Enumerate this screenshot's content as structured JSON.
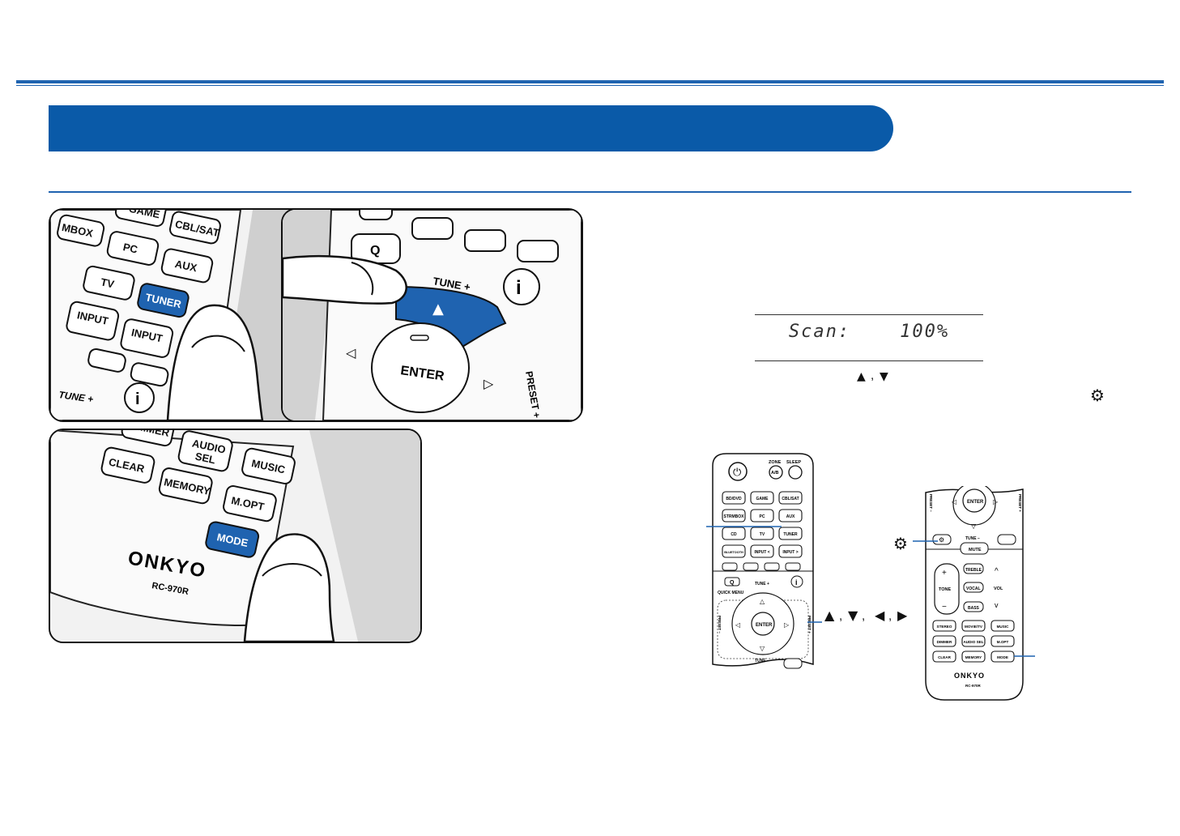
{
  "display": {
    "scan_text": "Scan:    100%"
  },
  "icons": {
    "up": "▲",
    "down": "▼",
    "left": "◀",
    "right": "▶",
    "gear": "⚙"
  },
  "photo1": {
    "buttons": {
      "game": "GAME",
      "cbl_sat": "CBL/SAT",
      "strmbox": "MBOX",
      "pc": "PC",
      "aux": "AUX",
      "tv": "TV",
      "tuner": "TUNER",
      "input_left": "INPUT",
      "input_right": "INPUT",
      "tune_plus": "TUNE +",
      "info": "i"
    }
  },
  "photo2": {
    "buttons": {
      "q": "Q",
      "tune_plus": "TUNE +",
      "info": "i",
      "enter": "ENTER",
      "preset_plus": "PRESET +"
    }
  },
  "photo3": {
    "buttons": {
      "dimmer": "DIMMER",
      "audio_sel_1": "AUDIO",
      "audio_sel_2": "SEL",
      "music": "MUSIC",
      "clear": "CLEAR",
      "memory": "MEMORY",
      "m_opt": "M.OPT",
      "mode": "MODE"
    },
    "brand": "ONKYO",
    "model": "RC-970R"
  },
  "remote_left": {
    "zone": "ZONE",
    "zone_btn": "A/B",
    "sleep": "SLEEP",
    "rows": [
      [
        "BD/DVD",
        "GAME",
        "CBL/SAT"
      ],
      [
        "STRMBOX",
        "PC",
        "AUX"
      ],
      [
        "CD",
        "TV",
        "TUNER"
      ],
      [
        "BLUETOOTH",
        "INPUT <",
        "INPUT >"
      ]
    ],
    "quick_menu": "QUICK MENU",
    "tune_plus": "TUNE +",
    "tune_minus": "TUNE −",
    "preset_minus": "PRESET −",
    "preset_plus": "PRESET +",
    "enter": "ENTER",
    "q": "Q",
    "info": "i"
  },
  "remote_right": {
    "enter": "ENTER",
    "preset_minus": "PRESET −",
    "preset_plus": "PRESET +",
    "tune_minus": "TUNE −",
    "mute": "MUTE",
    "treble": "TREBLE",
    "tone": "TONE",
    "vocal": "VOCAL",
    "bass": "BASS",
    "vol": "VOL",
    "grid": [
      [
        "STEREO",
        "MOVIE/TV",
        "MUSIC"
      ],
      [
        "DIMMER",
        "AUDIO SEL",
        "M.OPT"
      ],
      [
        "CLEAR",
        "MEMORY",
        "MODE"
      ]
    ],
    "brand": "ONKYO",
    "model": "RC-970R"
  }
}
